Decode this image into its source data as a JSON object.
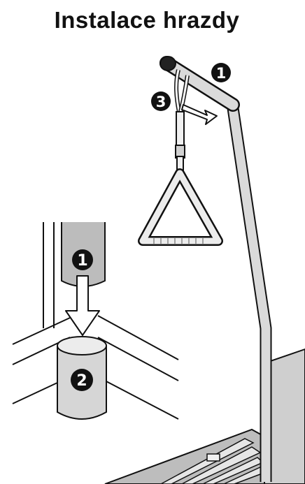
{
  "title": "Instalace hrazdy",
  "callouts": {
    "top_bar_1": "1",
    "top_bar_3": "3",
    "detail_1": "1",
    "detail_2": "2"
  },
  "colors": {
    "text": "#111111",
    "metal": "#d8d8d8",
    "metal_dark": "#8a8a8a",
    "outline": "#111111",
    "wood": "#c9c9c9",
    "background": "#ffffff"
  }
}
